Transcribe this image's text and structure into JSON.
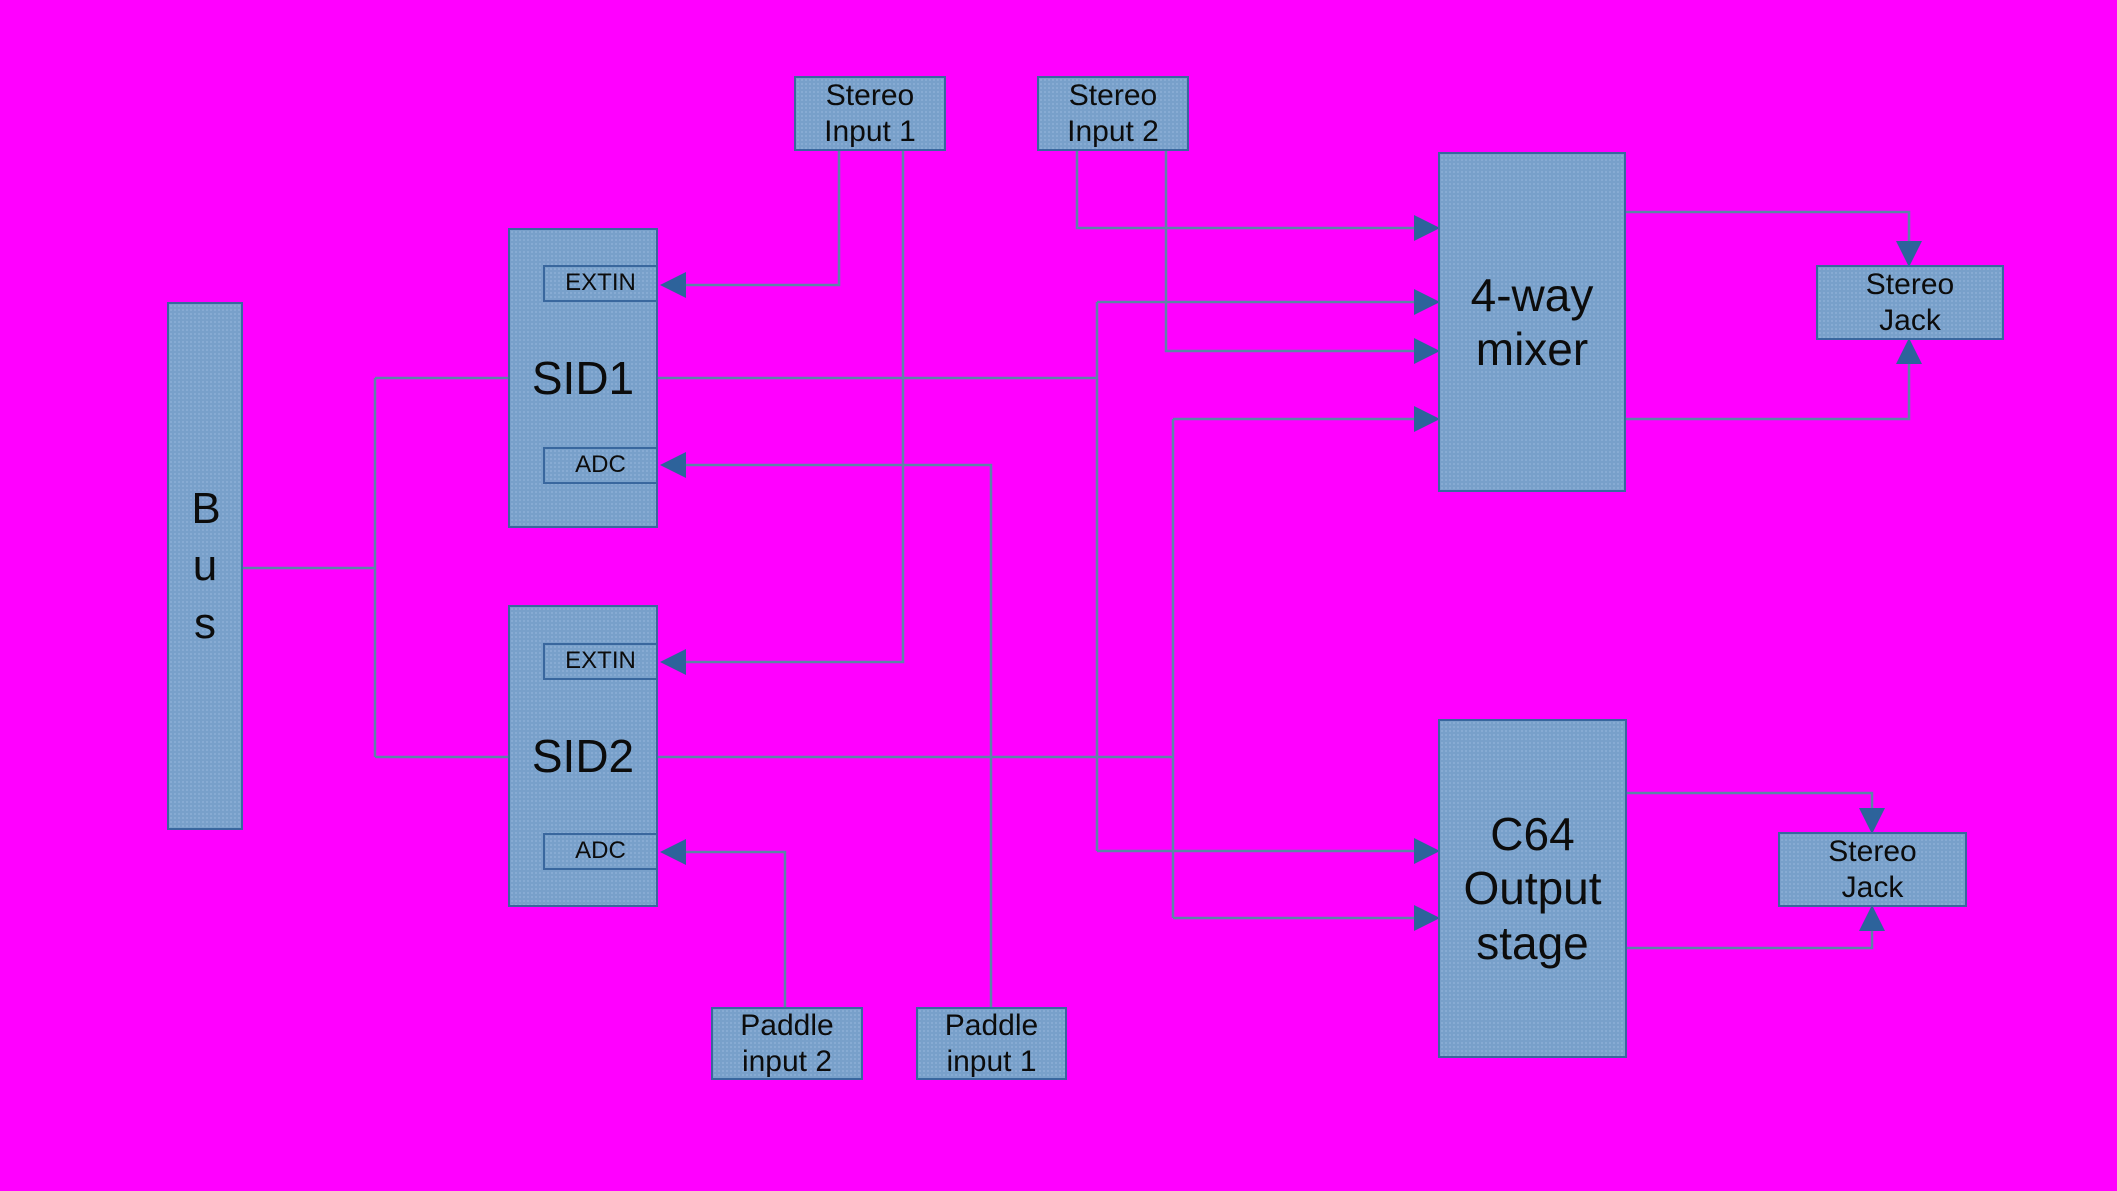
{
  "diagram": {
    "background_color": "#ff00ff",
    "node_fill_color": "#78a0ca",
    "node_border_color": "#39679e",
    "connector_color": "#5d83a8",
    "arrowhead_color": "#2d639b",
    "nodes": {
      "bus": {
        "label": "Bus"
      },
      "sid1": {
        "label": "SID1"
      },
      "sid1_extin": {
        "label": "EXTIN"
      },
      "sid1_adc": {
        "label": "ADC"
      },
      "sid2": {
        "label": "SID2"
      },
      "sid2_extin": {
        "label": "EXTIN"
      },
      "sid2_adc": {
        "label": "ADC"
      },
      "stereo_input_1": {
        "label": "Stereo\nInput 1"
      },
      "stereo_input_2": {
        "label": "Stereo\nInput 2"
      },
      "mixer": {
        "label": "4-way\nmixer"
      },
      "stereo_jack_top": {
        "label": "Stereo\nJack"
      },
      "c64_output_stage": {
        "label": "C64\nOutput\nstage"
      },
      "stereo_jack_bottom": {
        "label": "Stereo\nJack"
      },
      "paddle_input_2": {
        "label": "Paddle\ninput 2"
      },
      "paddle_input_1": {
        "label": "Paddle\ninput 1"
      }
    },
    "connections": [
      {
        "from": "Bus",
        "to": "SID1"
      },
      {
        "from": "Bus",
        "to": "SID2"
      },
      {
        "from": "Stereo Input 1",
        "to": "SID1 EXTIN"
      },
      {
        "from": "Stereo Input 1",
        "to": "SID2 EXTIN"
      },
      {
        "from": "Stereo Input 2",
        "to": "4-way mixer (input 1)"
      },
      {
        "from": "Stereo Input 2",
        "to": "4-way mixer (input 3)"
      },
      {
        "from": "SID1",
        "to": "4-way mixer (input 2)"
      },
      {
        "from": "SID1",
        "to": "C64 Output stage (input 1)"
      },
      {
        "from": "SID2",
        "to": "4-way mixer (input 4)"
      },
      {
        "from": "SID2",
        "to": "C64 Output stage (input 2)"
      },
      {
        "from": "Paddle input 1",
        "to": "SID1 ADC"
      },
      {
        "from": "Paddle input 2",
        "to": "SID2 ADC"
      },
      {
        "from": "4-way mixer",
        "to": "Stereo Jack top (upper feed)"
      },
      {
        "from": "4-way mixer",
        "to": "Stereo Jack top (lower feed)"
      },
      {
        "from": "C64 Output stage",
        "to": "Stereo Jack bottom (upper feed)"
      },
      {
        "from": "C64 Output stage",
        "to": "Stereo Jack bottom (lower feed)"
      }
    ]
  }
}
